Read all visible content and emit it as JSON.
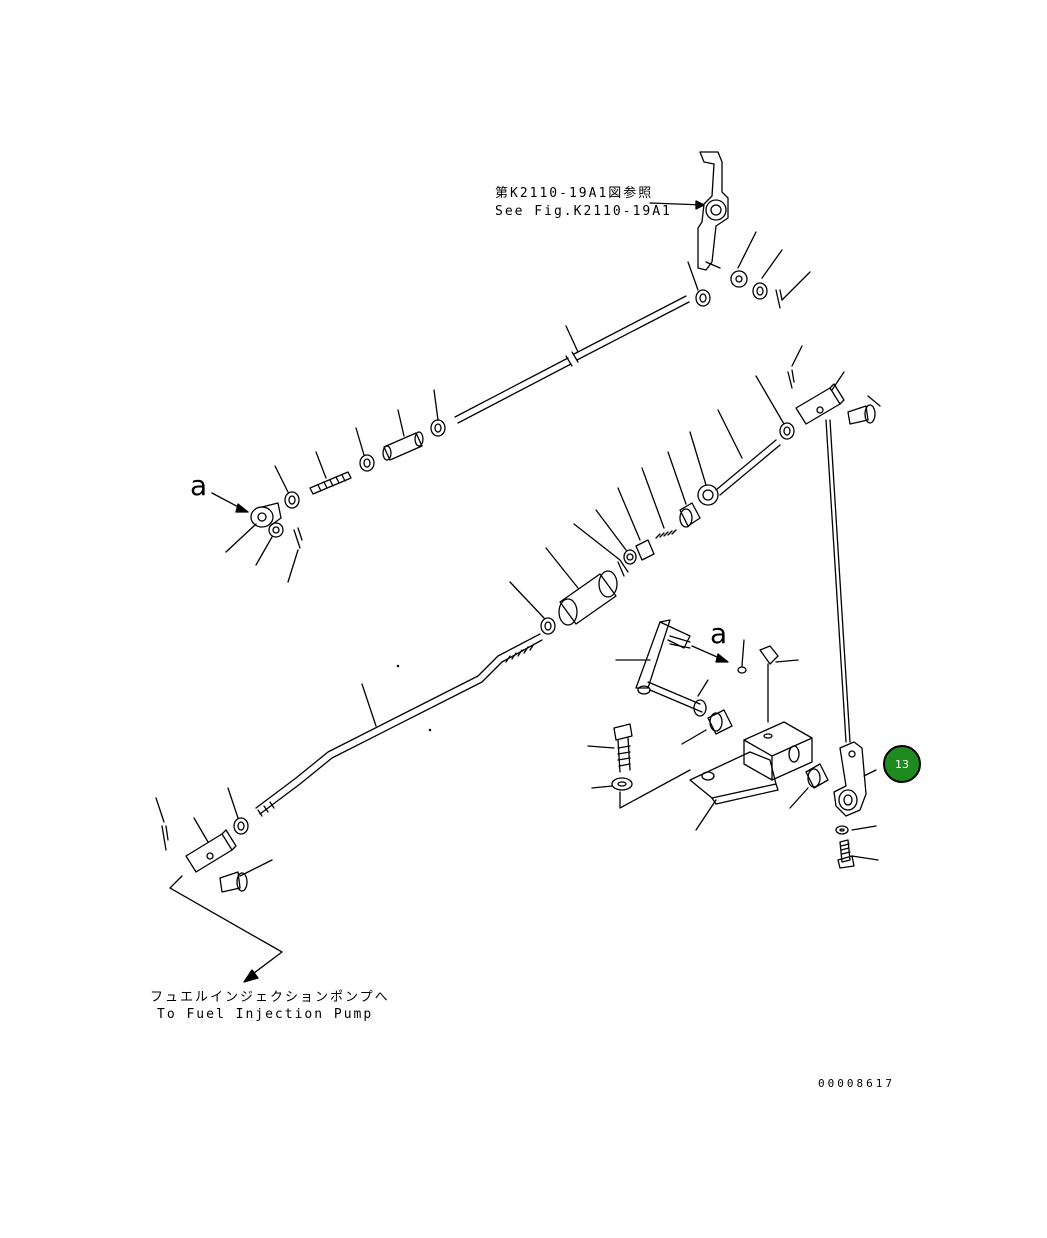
{
  "labels": {
    "ref_jp": "第K2110-19A1図参照",
    "ref_en": "See Fig.K2110-19A1",
    "dest_jp": "フュエルインジェクションポンプへ",
    "dest_en": "To Fuel Injection Pump",
    "view_a_1": "a",
    "view_a_2": "a",
    "drawing_no": "00008617"
  },
  "callout": {
    "number": "13",
    "color": "#1f8a1f"
  }
}
